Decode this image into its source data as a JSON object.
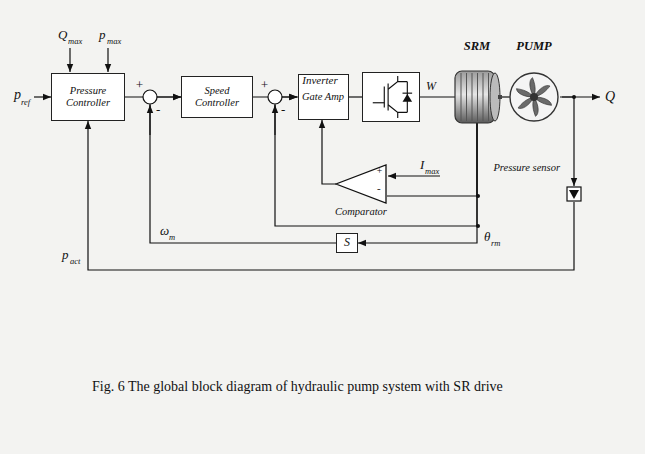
{
  "diagram": {
    "caption": "Fig. 6 The global block diagram of hydraulic pump system with SR drive",
    "nodes": [
      {
        "text": [
          "Pressure Controller"
        ]
      },
      {
        "text": [
          "Speed Controller"
        ]
      },
      {
        "text": [
          "Gate Amp"
        ]
      },
      {
        "text": [
          "Inverter"
        ]
      },
      {
        "text": [
          "SRM"
        ]
      },
      {
        "text": [
          "PUMP"
        ]
      },
      {
        "text": [
          "Comparator"
        ]
      },
      {
        "text": [
          "Pressure sensor"
        ]
      },
      {
        "text": [
          "S"
        ]
      }
    ],
    "edges": [
      {
        "from": 0,
        "to": 1,
        "arrow": "to"
      },
      {
        "from": 1,
        "to": 2,
        "arrow": "to"
      },
      {
        "from": 2,
        "to": 3,
        "arrow": "none"
      },
      {
        "from": 3,
        "to": 4,
        "arrow": "none"
      },
      {
        "from": 4,
        "to": 5,
        "arrow": "none"
      },
      {
        "from": 5,
        "to": 7,
        "arrow": "to"
      },
      {
        "from": 7,
        "to": 0,
        "arrow": "to"
      },
      {
        "from": 4,
        "to": 8,
        "arrow": "to"
      },
      {
        "from": 8,
        "to": 1,
        "arrow": "to"
      },
      {
        "from": 4,
        "to": 6,
        "arrow": "none"
      },
      {
        "from": 6,
        "to": 2,
        "arrow": "to"
      },
      {
        "from": 4,
        "to": 2,
        "arrow": "to"
      }
    ],
    "labels": [
      "p",
      "ref",
      "Q",
      "max",
      "p",
      "max",
      "+",
      "-",
      "+",
      "-",
      "W",
      "I",
      "max",
      "+",
      "-",
      "ω",
      "m",
      "θ",
      "rm",
      "p",
      "act",
      "Q"
    ]
  }
}
